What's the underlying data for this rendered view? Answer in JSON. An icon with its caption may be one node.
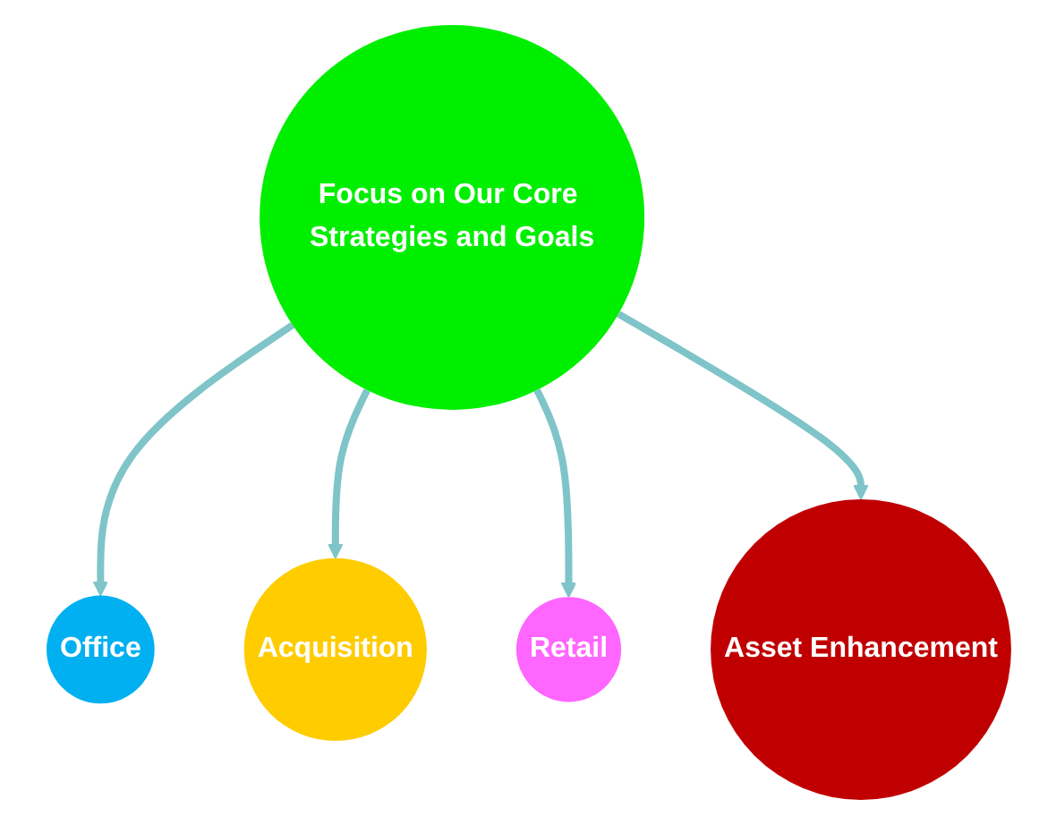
{
  "diagram": {
    "nodes": [
      {
        "text": [
          "Office"
        ]
      },
      {
        "text": [
          "Acquisition"
        ]
      },
      {
        "text": [
          "Focus on Our Core Strategies and Goals"
        ]
      },
      {
        "text": [
          "Retail"
        ]
      },
      {
        "text": [
          "Asset Enhancement"
        ]
      }
    ],
    "edges": [
      {
        "from": 2,
        "to": 0,
        "arrow": "to"
      },
      {
        "from": 2,
        "to": 1,
        "arrow": "to"
      },
      {
        "from": 2,
        "to": 3,
        "arrow": "to"
      },
      {
        "from": 2,
        "to": 4,
        "arrow": "to"
      }
    ]
  }
}
